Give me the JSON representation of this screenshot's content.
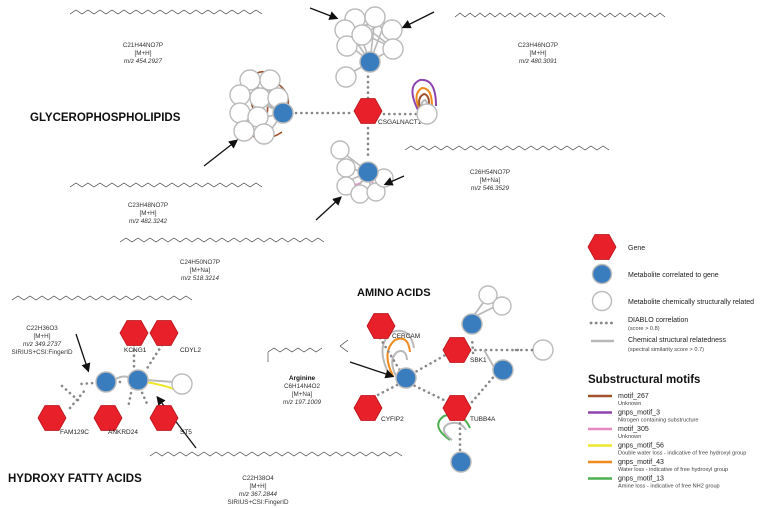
{
  "classes": {
    "glycerophospholipids": "GLYCEROPHOSPHOLIPIDS",
    "amino_acids": "AMINO ACIDS",
    "hydroxy_fatty_acids": "HYDROXY FATTY ACIDS"
  },
  "genes": {
    "csgalnact1": "CSGALNACT1",
    "cercam": "CERCAM",
    "sbk1": "SBK1",
    "cyfip2": "CYFIP2",
    "tubb4a": "TUBB4A",
    "kcng1": "KCNG1",
    "cdyl2": "CDYL2",
    "fam129c": "FAM129C",
    "ankrd24": "ANKRD24",
    "st5": "ST5"
  },
  "annotations": {
    "c21": {
      "formula": "C21H44NO7P",
      "adduct": "[M+H]",
      "mz": "m/z 454.2927"
    },
    "c23_46": {
      "formula": "C23H46NO7P",
      "adduct": "[M+H]",
      "mz": "m/z 480.3091"
    },
    "c23_48": {
      "formula": "C23H48NO7P",
      "adduct": "[M+H]",
      "mz": "m/z 482.3242"
    },
    "c26": {
      "formula": "C26H54NO7P",
      "adduct": "[M+Na]",
      "mz": "m/z 546.3529"
    },
    "c24": {
      "formula": "C24H50NO7P",
      "adduct": "[M+Na]",
      "mz": "m/z 518.3214"
    },
    "c22_o3": {
      "formula": "C22H36O3",
      "adduct": "[M+H]",
      "mz": "m/z 349.2737",
      "method": "SIRIUS+CSI:FingerID"
    },
    "arginine": {
      "name": "Arginine",
      "formula": "C6H14N4O2",
      "adduct": "[M+Na]",
      "mz": "m/z 197.1009"
    },
    "c22_o4": {
      "formula": "C22H38O4",
      "adduct": "[M+H]",
      "mz": "m/z 367.2844",
      "method": "SIRIUS+CSI:FingerID"
    }
  },
  "legend": {
    "gene": "Gene",
    "metabolite_gene": "Metabolite correlated to gene",
    "metabolite_struct": "Metabolite chemically structurally related",
    "diablo": "DIABLO correlation",
    "diablo_sub": "(score > 0.8)",
    "chem": "Chemical structural relatedness",
    "chem_sub": "(spectral similarity score > 0.7)"
  },
  "motifs_title": "Substructural motifs",
  "motifs": [
    {
      "name": "motif_267",
      "desc": "Unknown",
      "color": "#a0522d"
    },
    {
      "name": "gnps_motif_3",
      "desc": "Nitrogen containing substructure",
      "color": "#8e44ad"
    },
    {
      "name": "motif_305",
      "desc": "Unknown",
      "color": "#e889c4"
    },
    {
      "name": "gnps_motif_56",
      "desc": "Double water loss - indicative of free hydroxyl group",
      "color": "#f0e62a"
    },
    {
      "name": "gnps_motif_43",
      "desc": "Water loss - indicative of free hydroxyl group",
      "color": "#f08a1c"
    },
    {
      "name": "gnps_motif_13",
      "desc": "Amine loss - indicative of free NH2 group",
      "color": "#4caf50"
    }
  ],
  "colors": {
    "gene_red": "#e8202a",
    "metabolite_blue": "#3a7dbf",
    "structural_gray": "#a9a9a9",
    "edge_gray": "#888888"
  },
  "icons": [
    "gene-hexagon-icon",
    "metabolite-circle-icon",
    "related-circle-icon",
    "arrow-icon",
    "chemical-structure-icon"
  ]
}
